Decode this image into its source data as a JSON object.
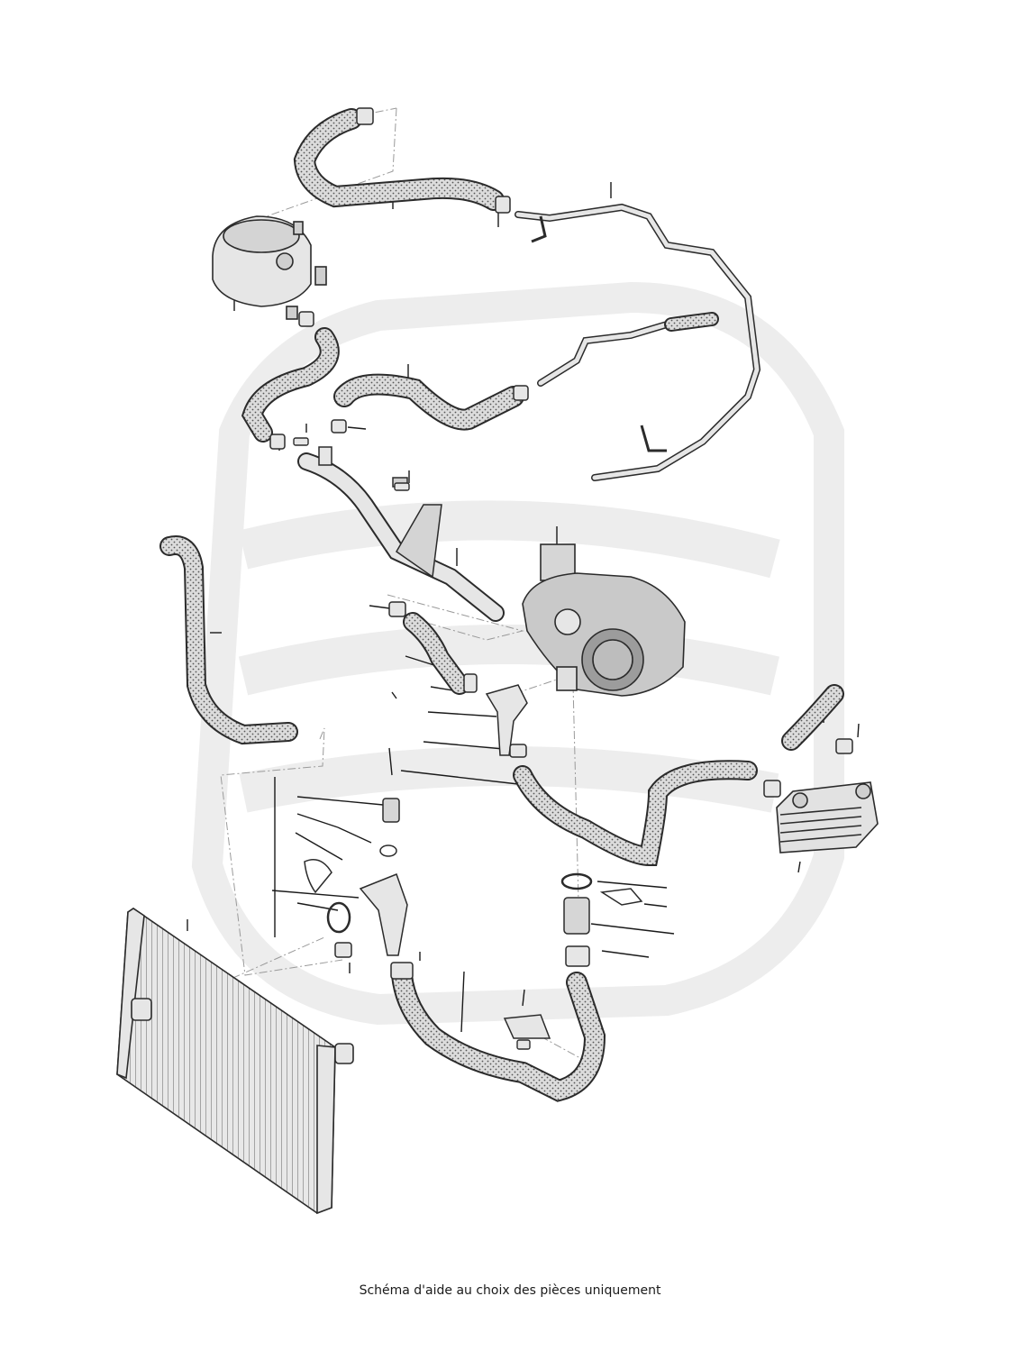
{
  "caption": "Schéma d'aide au choix des pièces uniquement",
  "colors": {
    "outline": "#2b2b2b",
    "hose_fill": "#dcdcdc",
    "hose_dots": "#555555",
    "part_fill": "#e6e6e6",
    "part_dark": "#8c8c8c",
    "watermark": "#ededed",
    "leader": "#1a1a1a",
    "dash": "#9a9a9a"
  },
  "parts": [
    "expansion-tank",
    "upper-hose",
    "breather-pipe",
    "upper-bleed-hose",
    "coolant-pipe",
    "thermostat-housing",
    "water-pump-housing",
    "left-hose",
    "lower-connector",
    "lower-hose",
    "oil-cooler",
    "radiator",
    "temperature-sensor",
    "hose-clamps"
  ]
}
